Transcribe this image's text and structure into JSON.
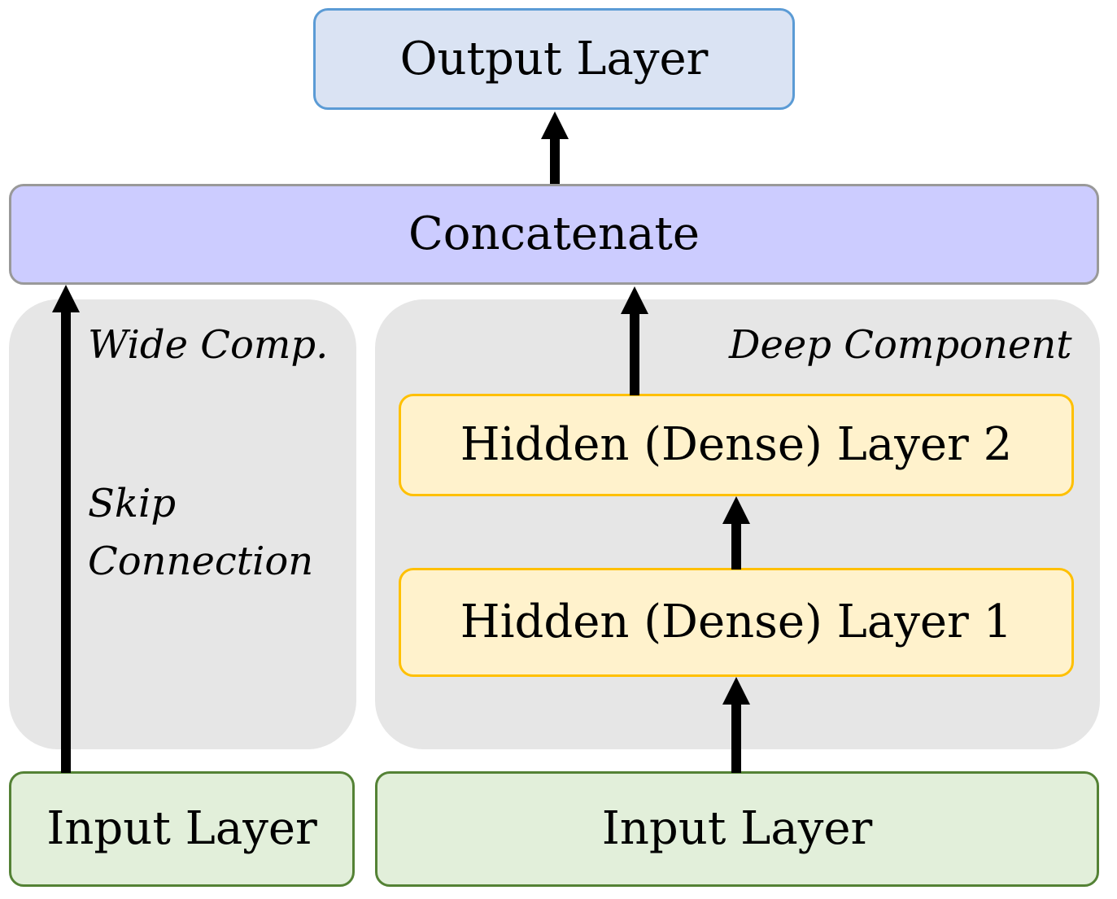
{
  "diagram": {
    "output_layer": "Output Layer",
    "concatenate": "Concatenate",
    "wide_component": {
      "title": "Wide Comp.",
      "skip_line1": "Skip",
      "skip_line2": "Connection"
    },
    "deep_component": {
      "title": "Deep Component",
      "hidden2": "Hidden (Dense) Layer 2",
      "hidden1": "Hidden (Dense) Layer 1"
    },
    "input_wide": "Input Layer",
    "input_deep": "Input Layer",
    "colors": {
      "output_fill": "#dae3f3",
      "output_border": "#5b9bd5",
      "concat_fill": "#ccccff",
      "concat_border": "#999999",
      "hidden_fill": "#fff2cc",
      "hidden_border": "#ffc000",
      "input_fill": "#e2efda",
      "input_border": "#548235",
      "group_fill": "#e6e6e6",
      "arrow": "#000000"
    }
  }
}
